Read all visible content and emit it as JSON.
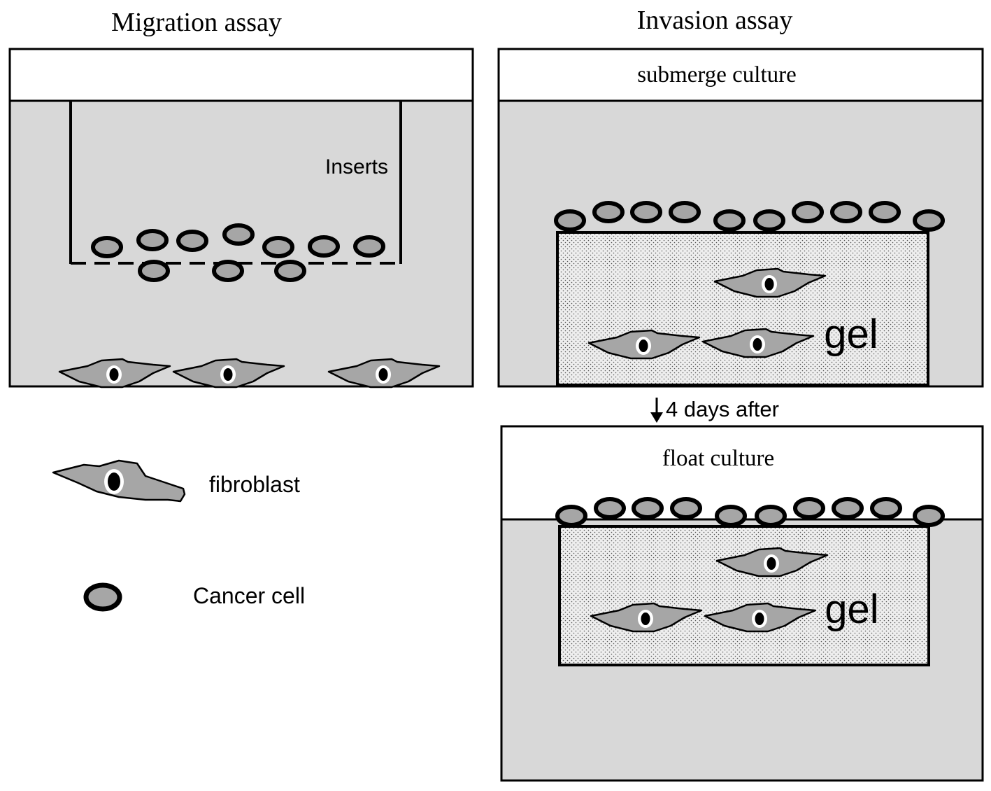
{
  "colors": {
    "medium": "#d8d8d8",
    "cell_fill": "#a6a6a6",
    "stroke": "#000000",
    "background": "#ffffff"
  },
  "migration": {
    "title": "Migration assay",
    "inserts_label": "Inserts"
  },
  "invasion": {
    "title": "Invasion assay",
    "submerge_label": "submerge culture",
    "gel_label_1": "gel",
    "time_label": "4 days after",
    "float_label": "float culture",
    "gel_label_2": "gel"
  },
  "legend": {
    "fibroblast_label": "fibroblast",
    "cancer_label": "Cancer cell"
  },
  "icons": [
    "fibroblast-icon",
    "cancer-cell-icon",
    "down-arrow-icon"
  ]
}
